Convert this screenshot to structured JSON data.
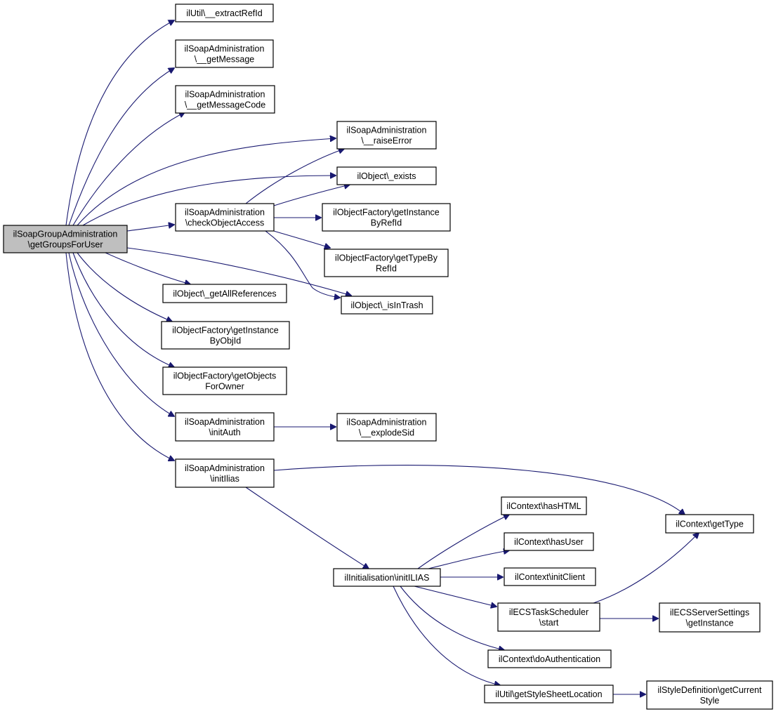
{
  "colors": {
    "edge": "#191970",
    "root_fill": "#bfbfbf",
    "node_fill": "#ffffff",
    "node_border": "#000000"
  },
  "nodes": {
    "root": {
      "lines": [
        "ilSoapGroupAdministration",
        "\\getGroupsForUser"
      ]
    },
    "extractRefId": {
      "lines": [
        "ilUtil\\__extractRefId"
      ]
    },
    "getMessage": {
      "lines": [
        "ilSoapAdministration",
        "\\__getMessage"
      ]
    },
    "getMessageCode": {
      "lines": [
        "ilSoapAdministration",
        "\\__getMessageCode"
      ]
    },
    "raiseError": {
      "lines": [
        "ilSoapAdministration",
        "\\__raiseError"
      ]
    },
    "exists": {
      "lines": [
        "ilObject\\_exists"
      ]
    },
    "checkObjectAccess": {
      "lines": [
        "ilSoapAdministration",
        "\\checkObjectAccess"
      ]
    },
    "getInstanceByRefId": {
      "lines": [
        "ilObjectFactory\\getInstance",
        "ByRefId"
      ]
    },
    "getTypeByRefId": {
      "lines": [
        "ilObjectFactory\\getTypeBy",
        "RefId"
      ]
    },
    "getAllReferences": {
      "lines": [
        "ilObject\\_getAllReferences"
      ]
    },
    "isInTrash": {
      "lines": [
        "ilObject\\_isInTrash"
      ]
    },
    "getInstanceByObjId": {
      "lines": [
        "ilObjectFactory\\getInstance",
        "ByObjId"
      ]
    },
    "getObjectsForOwner": {
      "lines": [
        "ilObjectFactory\\getObjects",
        "ForOwner"
      ]
    },
    "initAuth": {
      "lines": [
        "ilSoapAdministration",
        "\\initAuth"
      ]
    },
    "explodeSid": {
      "lines": [
        "ilSoapAdministration",
        "\\__explodeSid"
      ]
    },
    "initIlias": {
      "lines": [
        "ilSoapAdministration",
        "\\initIlias"
      ]
    },
    "hasHTML": {
      "lines": [
        "ilContext\\hasHTML"
      ]
    },
    "getType": {
      "lines": [
        "ilContext\\getType"
      ]
    },
    "hasUser": {
      "lines": [
        "ilContext\\hasUser"
      ]
    },
    "initILIAS": {
      "lines": [
        "ilInitialisation\\initILIAS"
      ]
    },
    "initClient": {
      "lines": [
        "ilContext\\initClient"
      ]
    },
    "ecsStart": {
      "lines": [
        "ilECSTaskScheduler",
        "\\start"
      ]
    },
    "ecsServerSettings": {
      "lines": [
        "ilECSServerSettings",
        "\\getInstance"
      ]
    },
    "doAuthentication": {
      "lines": [
        "ilContext\\doAuthentication"
      ]
    },
    "getStyleSheetLocation": {
      "lines": [
        "ilUtil\\getStyleSheetLocation"
      ]
    },
    "getCurrentStyle": {
      "lines": [
        "ilStyleDefinition\\getCurrent",
        "Style"
      ]
    }
  },
  "edges": [
    [
      "root",
      "extractRefId"
    ],
    [
      "root",
      "getMessage"
    ],
    [
      "root",
      "getMessageCode"
    ],
    [
      "root",
      "raiseError"
    ],
    [
      "root",
      "exists"
    ],
    [
      "root",
      "checkObjectAccess"
    ],
    [
      "root",
      "isInTrash"
    ],
    [
      "root",
      "getAllReferences"
    ],
    [
      "root",
      "getInstanceByObjId"
    ],
    [
      "root",
      "getObjectsForOwner"
    ],
    [
      "root",
      "initAuth"
    ],
    [
      "root",
      "initIlias"
    ],
    [
      "checkObjectAccess",
      "raiseError"
    ],
    [
      "checkObjectAccess",
      "exists"
    ],
    [
      "checkObjectAccess",
      "getInstanceByRefId"
    ],
    [
      "checkObjectAccess",
      "getTypeByRefId"
    ],
    [
      "checkObjectAccess",
      "isInTrash"
    ],
    [
      "initAuth",
      "explodeSid"
    ],
    [
      "initIlias",
      "getType"
    ],
    [
      "initIlias",
      "initILIAS"
    ],
    [
      "initILIAS",
      "hasHTML"
    ],
    [
      "initILIAS",
      "hasUser"
    ],
    [
      "initILIAS",
      "initClient"
    ],
    [
      "initILIAS",
      "ecsStart"
    ],
    [
      "initILIAS",
      "doAuthentication"
    ],
    [
      "initILIAS",
      "getStyleSheetLocation"
    ],
    [
      "ecsStart",
      "getType"
    ],
    [
      "ecsStart",
      "ecsServerSettings"
    ],
    [
      "getStyleSheetLocation",
      "getCurrentStyle"
    ]
  ]
}
